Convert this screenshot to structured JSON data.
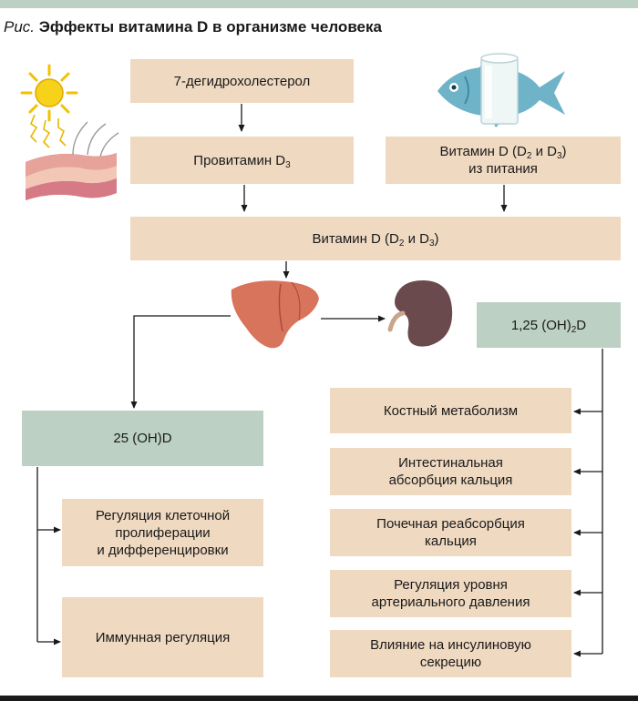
{
  "figure": {
    "title_lead": "Рис.",
    "title_main": " Эффекты витамина D в организме человека"
  },
  "nodes": {
    "dehydrocholesterol": "7-дегидрохолестерол",
    "provitamin": "Провитамин D",
    "provitamin_sub": "3",
    "diet": {
      "line1_a": "Витамин D (D",
      "line1_sub1": "2",
      "line1_b": " и D",
      "line1_sub2": "3",
      "line1_c": ")",
      "line2": "из питания"
    },
    "vitamin_d": {
      "a": "Витамин D (D",
      "sub1": "2",
      "b": " и D",
      "sub2": "3",
      "c": ")"
    },
    "calcitriol": {
      "a": "1,25 (OH)",
      "sub": "2",
      "b": "D"
    },
    "calcidiol": "25 (OH)D"
  },
  "effects_left": [
    {
      "lines": [
        "Регуляция клеточной",
        "пролиферации",
        "и дифференцировки"
      ]
    },
    {
      "lines": [
        "Иммунная регуляция"
      ]
    }
  ],
  "effects_right": [
    {
      "lines": [
        "Костный метаболизм"
      ]
    },
    {
      "lines": [
        "Интестинальная",
        "абсорбция кальция"
      ]
    },
    {
      "lines": [
        "Почечная реабсорбция",
        "кальция"
      ]
    },
    {
      "lines": [
        "Регуляция уровня",
        "артериального давления"
      ]
    },
    {
      "lines": [
        "Влияние на инсулиновую",
        "секрецию"
      ]
    }
  ],
  "colors": {
    "tan": "#efd9c1",
    "green": "#bcd0c3",
    "liver": "#d8735c",
    "kidney": "#6b4a4e",
    "fish": "#6fb3c8"
  },
  "icons": [
    "sun-icon",
    "skin-icon",
    "fish-icon",
    "glass-icon",
    "liver-icon",
    "kidney-icon"
  ]
}
